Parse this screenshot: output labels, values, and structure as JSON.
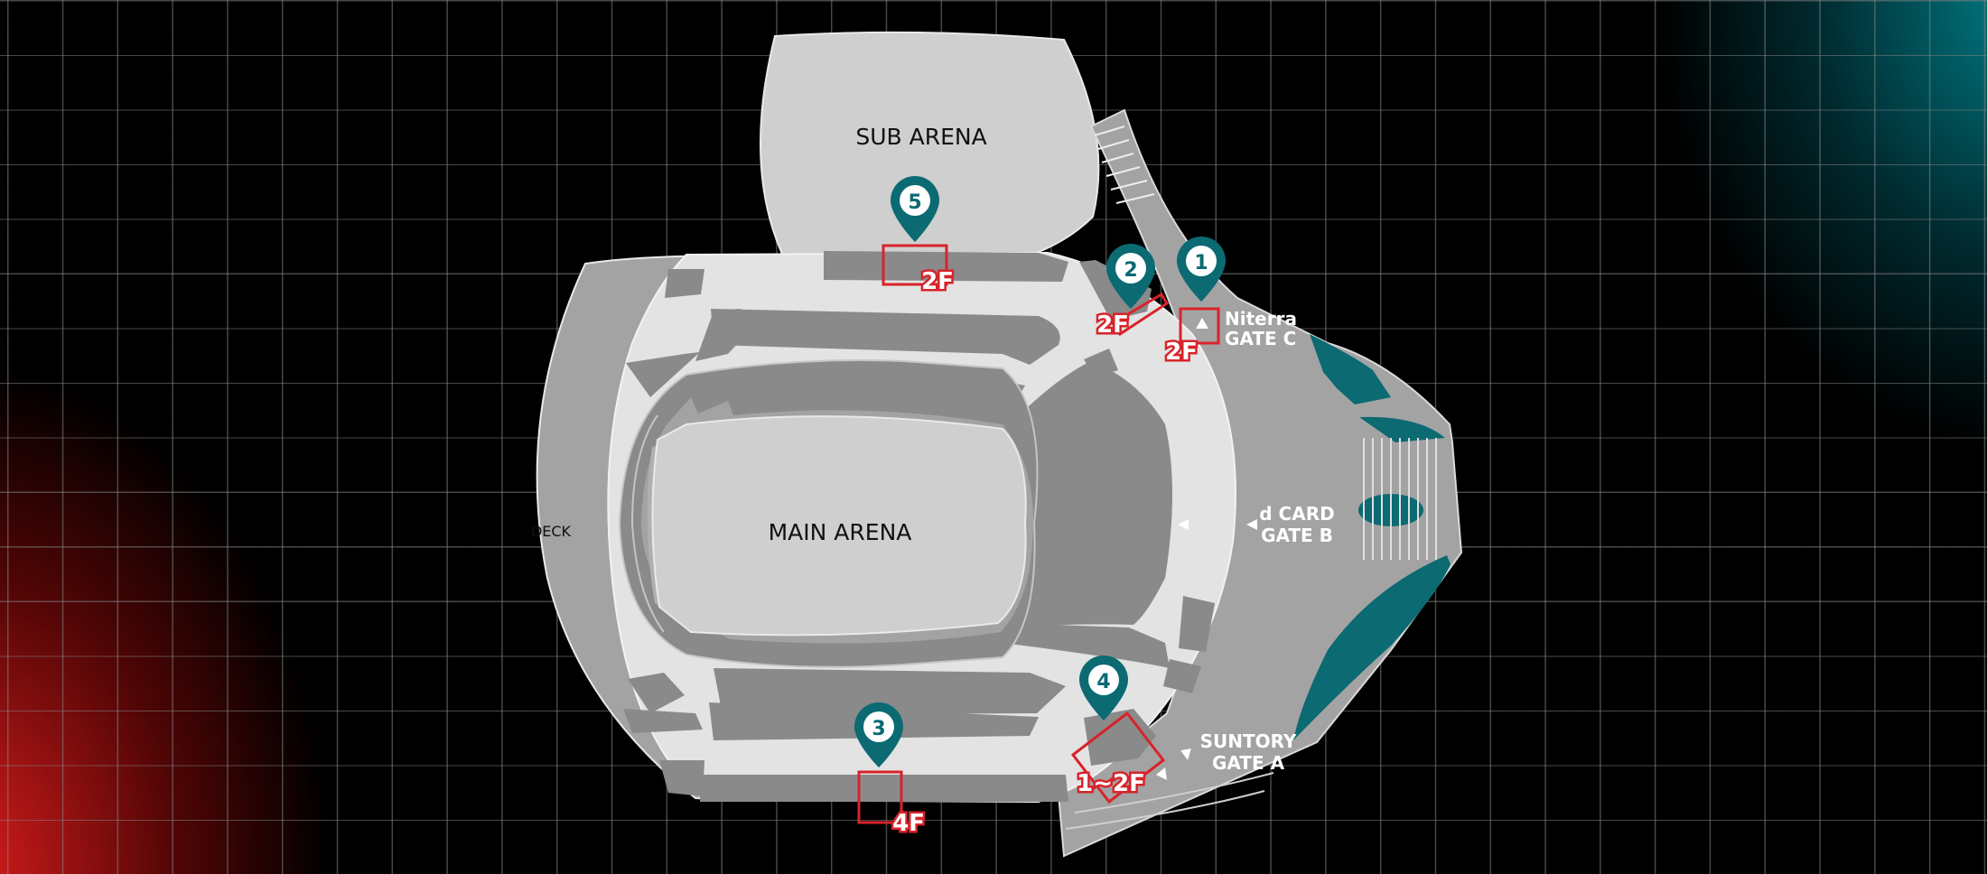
{
  "colors": {
    "background": "#000000",
    "grid_line": "#828282",
    "glow_left": "#e61e1e",
    "glow_right": "#00828c",
    "structure_light": "#cfcfcf",
    "structure_mid": "#a3a3a3",
    "structure_dark": "#8a8a8a",
    "concourse": "#e3e3e3",
    "accent_teal": "#0b6a72",
    "marker_red": "#d8232a"
  },
  "areas": {
    "sub_arena": "SUB ARENA",
    "main_arena": "MAIN ARENA",
    "deck": "DECK"
  },
  "gates": [
    {
      "line1": "Niterra",
      "line2": "GATE C"
    },
    {
      "line1": "d CARD",
      "line2": "GATE B"
    },
    {
      "line1": "SUNTORY",
      "line2": "GATE A"
    }
  ],
  "pins": [
    {
      "number": "1",
      "floor": "2F",
      "icon": "location-pin-icon"
    },
    {
      "number": "2",
      "floor": "2F",
      "icon": "location-pin-icon"
    },
    {
      "number": "3",
      "floor": "4F",
      "icon": "location-pin-icon"
    },
    {
      "number": "4",
      "floor": "1~2F",
      "icon": "location-pin-icon"
    },
    {
      "number": "5",
      "floor": "2F",
      "icon": "location-pin-icon"
    }
  ]
}
